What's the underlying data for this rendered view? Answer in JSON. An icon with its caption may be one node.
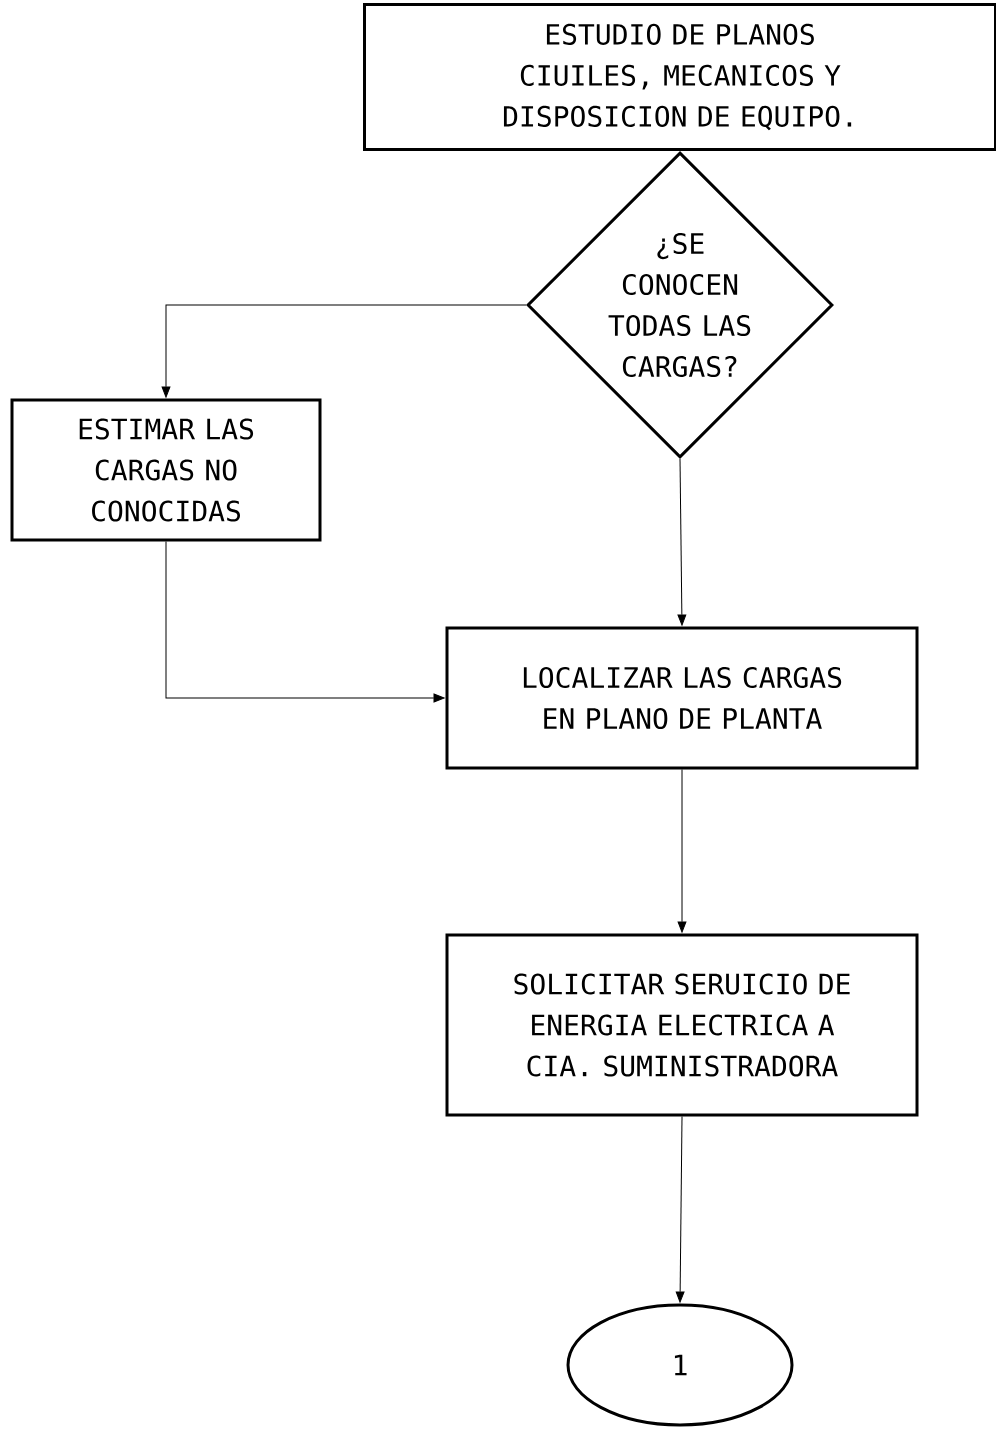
{
  "diagram": {
    "nodes": [
      {
        "text": [
          "ESTUDIO DE PLANOS CIUILES, MECANICOS Y DISPOSICION DE EQUIPO."
        ]
      },
      {
        "text": [
          "¿SE CONOCEN TODAS LAS CARGAS?"
        ]
      },
      {
        "text": [
          "ESTIMAR LAS CARGAS NO CONOCIDAS"
        ]
      },
      {
        "text": [
          "LOCALIZAR LAS CARGAS EN PLANO DE PLANTA"
        ]
      },
      {
        "text": [
          "SOLICITAR SERUICIO DE ENERGIA ELECTRICA A CIA. SUMINISTRADORA"
        ]
      },
      {
        "text": [
          "1"
        ]
      }
    ],
    "edges": [
      {
        "from": 1,
        "to": 2,
        "arrow": "to"
      },
      {
        "from": 1,
        "to": 3,
        "arrow": "to"
      },
      {
        "from": 2,
        "to": 3,
        "arrow": "to"
      },
      {
        "from": 3,
        "to": 4,
        "arrow": "to"
      },
      {
        "from": 4,
        "to": 5,
        "arrow": "to"
      }
    ]
  }
}
